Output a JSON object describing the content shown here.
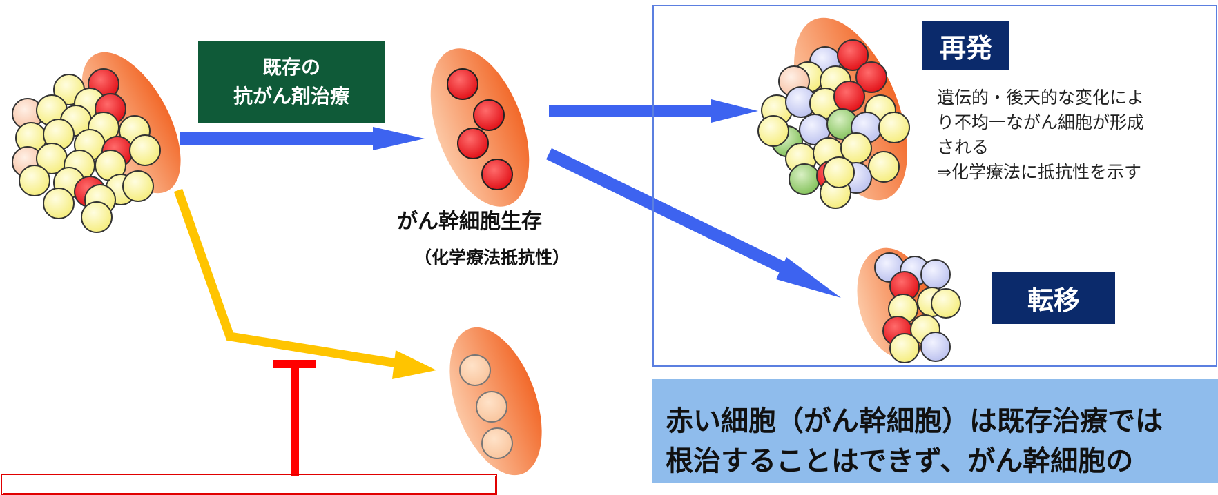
{
  "treatment_box": {
    "line1": "既存の",
    "line2": "抗がん剤治療"
  },
  "survivor": {
    "title": "がん幹細胞生存",
    "sub": "（化学療法抵抗性）"
  },
  "relapse": {
    "badge": "再発",
    "desc1": "遺伝的・後天的な変化によ",
    "desc2": "り不均一ながん細胞が形成",
    "desc3": "される",
    "desc4": "⇒化学療法に抵抗性を示す"
  },
  "metastasis": {
    "badge": "転移"
  },
  "summary": {
    "line1": "赤い細胞（がん幹細胞）は既存治療では",
    "line2": "根治することはできず、がん幹細胞の"
  },
  "colors": {
    "arrow_blue": "#3d63f0",
    "arrow_yellow": "#ffc400",
    "inhibit_red": "#ff0000",
    "stem_cell_red": "#e8101a",
    "cell_yellow": "#fbf59a",
    "cell_lavender": "#cfd3f5",
    "cell_green": "#9fd07a",
    "cell_peach": "#fad2bb",
    "ellipse_orange": "#f47a3a",
    "badge_navy": "#0b2a6b",
    "treatment_green": "#0f5a38",
    "summary_blue": "#8fbcec"
  }
}
